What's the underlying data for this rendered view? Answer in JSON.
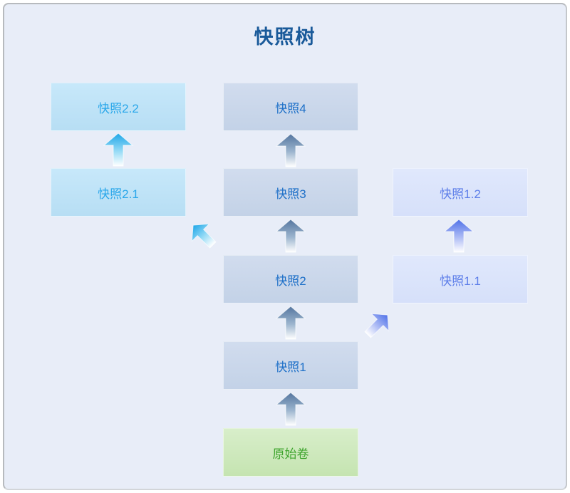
{
  "title": "快照树",
  "nodes": {
    "snap22": "快照2.2",
    "snap21": "快照2.1",
    "snap4": "快照4",
    "snap3": "快照3",
    "snap2": "快照2",
    "snap1": "快照1",
    "snap12": "快照1.2",
    "snap11": "快照1.1",
    "original": "原始卷"
  },
  "edges": [
    {
      "from": "原始卷",
      "to": "快照1",
      "direction": "up",
      "color": "steel-blue"
    },
    {
      "from": "快照1",
      "to": "快照2",
      "direction": "up",
      "color": "steel-blue"
    },
    {
      "from": "快照2",
      "to": "快照3",
      "direction": "up",
      "color": "steel-blue"
    },
    {
      "from": "快照3",
      "to": "快照4",
      "direction": "up",
      "color": "steel-blue"
    },
    {
      "from": "快照2",
      "to": "快照2.1",
      "direction": "up-left",
      "color": "cyan"
    },
    {
      "from": "快照2.1",
      "to": "快照2.2",
      "direction": "up",
      "color": "cyan"
    },
    {
      "from": "快照1",
      "to": "快照1.1",
      "direction": "up-right",
      "color": "purple-blue"
    },
    {
      "from": "快照1.1",
      "to": "快照1.2",
      "direction": "up",
      "color": "purple-blue"
    }
  ],
  "colors": {
    "background": "#e8edf8",
    "frame_border": "#b7babe",
    "title_text": "#1a5a9a",
    "main_box_fill": "#c9d6ea",
    "main_box_text": "#1e70c8",
    "cyan_box_fill": "#bfe3f7",
    "cyan_box_text": "#2aa7ea",
    "lavender_box_fill": "#dce5fb",
    "lavender_box_text": "#5d7ee9",
    "green_box_fill": "#cde8ba",
    "green_box_text": "#3fa52e",
    "arrow_steel": "#54759f",
    "arrow_cyan": "#1ea6e8",
    "arrow_purple": "#4f71e8"
  }
}
